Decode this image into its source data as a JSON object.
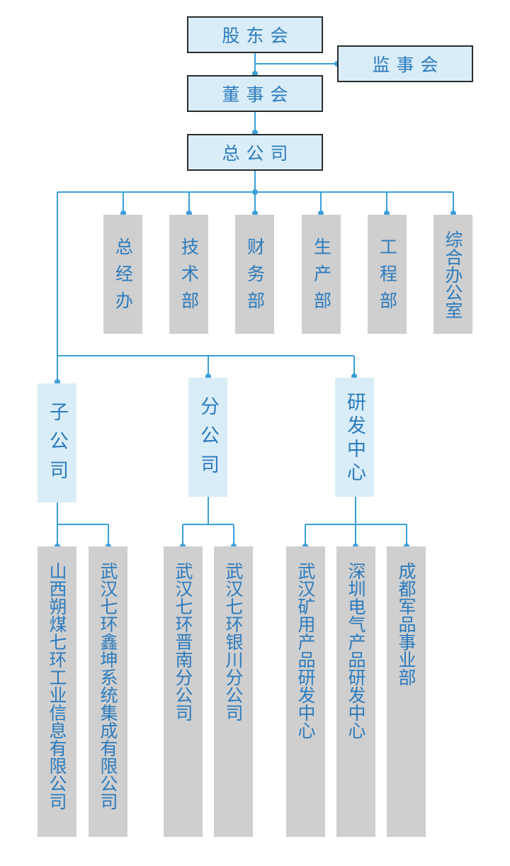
{
  "org": {
    "shareholders": "股东会",
    "supervisors": "监事会",
    "board": "董事会",
    "hq": "总公司",
    "departments": [
      "总经办",
      "技术部",
      "财务部",
      "生产部",
      "工程部",
      "综合办公室"
    ],
    "divisions": {
      "subsidiary": "子公司",
      "branch": "分公司",
      "rnd": "研发中心"
    },
    "subsidiaries": [
      "山西朔煤七环工业信息有限公司",
      "武汉七环鑫坤系统集成有限公司"
    ],
    "branches": [
      "武汉七环晋南分公司",
      "武汉七环银川分公司"
    ],
    "rnd_units": [
      "武汉矿用产品研发中心",
      "深圳电气产品研发中心",
      "成都军品事业部"
    ]
  },
  "colors": {
    "line": "#3a9fd8",
    "text": "#2c7bbd",
    "box_blue": "#d9edf8",
    "box_gray": "#cfcfcf",
    "border": "#2b2b2b"
  }
}
